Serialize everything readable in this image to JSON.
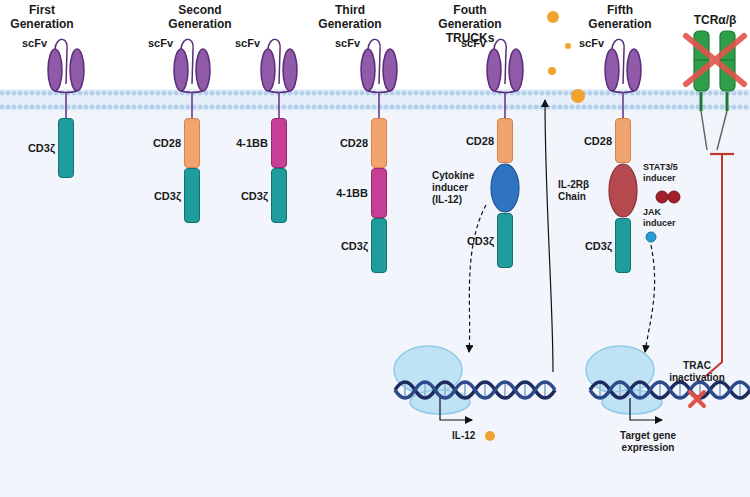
{
  "diagram": {
    "nodes": [
      {
        "text": [
          "scFv"
        ]
      },
      {
        "text": [
          "CD3ζ"
        ]
      },
      {
        "text": [
          "scFv"
        ]
      },
      {
        "text": [
          "CD28"
        ]
      },
      {
        "text": [
          "CD3ζ"
        ]
      },
      {
        "text": [
          "scFv"
        ]
      },
      {
        "text": [
          "4-1BB"
        ]
      },
      {
        "text": [
          "CD3ζ"
        ]
      },
      {
        "text": [
          "scFv"
        ]
      },
      {
        "text": [
          "CD28"
        ]
      },
      {
        "text": [
          "4-1BB"
        ]
      },
      {
        "text": [
          "CD3ζ"
        ]
      },
      {
        "text": [
          "scFv"
        ]
      },
      {
        "text": [
          "CD28"
        ]
      },
      {
        "text": [
          "Cytokine inducer (IL-12)"
        ]
      },
      {
        "text": [
          "CD3ζ"
        ]
      },
      {
        "text": [
          "scFv"
        ]
      },
      {
        "text": [
          "CD28"
        ]
      },
      {
        "text": [
          "IL-2Rβ Chain"
        ]
      },
      {
        "text": [
          "CD3ζ"
        ]
      },
      {
        "text": [
          "TCRα/β"
        ]
      }
    ],
    "edges": [
      {
        "from": 0,
        "to": 1,
        "arrow": "none"
      },
      {
        "from": 2,
        "to": 3,
        "arrow": "none"
      },
      {
        "from": 5,
        "to": 6,
        "arrow": "none"
      },
      {
        "from": 8,
        "to": 9,
        "arrow": "none"
      },
      {
        "from": 12,
        "to": 13,
        "arrow": "none"
      },
      {
        "from": 16,
        "to": 17,
        "arrow": "none"
      }
    ],
    "labels": [
      "First Generation",
      "Second Generation",
      "Third Generation",
      "Fouth Generation TRUCKs",
      "Fifth Generation",
      "STAT3/5 inducer",
      "JAK inducer",
      "IL-12",
      "TRAC inactivation",
      "Target gene expression"
    ]
  }
}
